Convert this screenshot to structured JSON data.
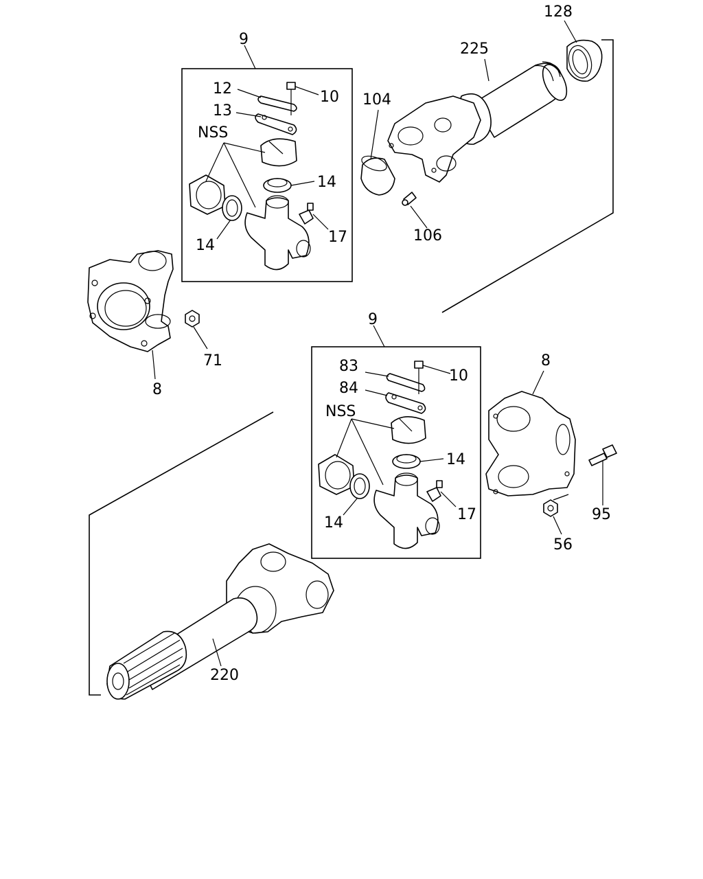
{
  "labels": {
    "l_128": "128",
    "l_225": "225",
    "l_104": "104",
    "l_106": "106",
    "l_9_top": "9",
    "l_12": "12",
    "l_10_top": "10",
    "l_13": "13",
    "l_nss_top": "NSS",
    "l_14_top_right": "14",
    "l_14_top_left": "14",
    "l_17_top": "17",
    "l_71": "71",
    "l_8_left": "8",
    "l_9_bottom": "9",
    "l_83": "83",
    "l_10_bottom": "10",
    "l_84": "84",
    "l_nss_bottom": "NSS",
    "l_14_bottom_right": "14",
    "l_14_bottom_left": "14",
    "l_17_bottom": "17",
    "l_8_right": "8",
    "l_95": "95",
    "l_56": "56",
    "l_220": "220"
  }
}
